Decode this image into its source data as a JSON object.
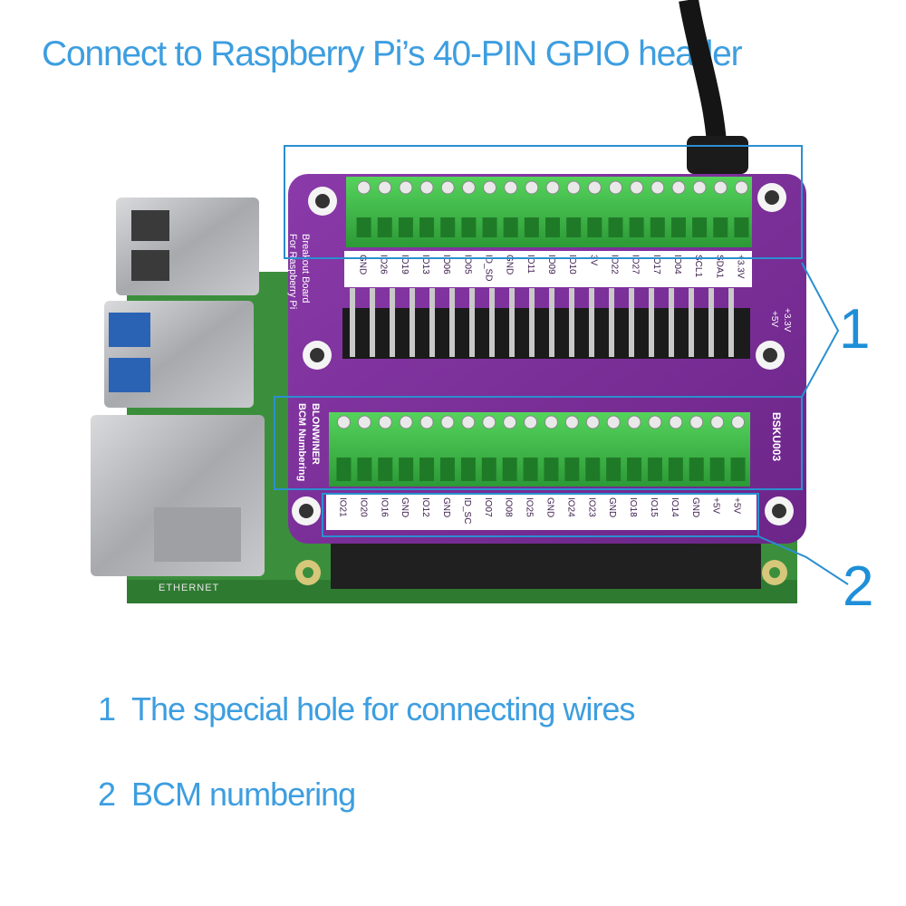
{
  "headline": "Connect to Raspberry Pi’s 40-PIN GPIO header",
  "board": {
    "title_line1": "Breakout Board",
    "title_line2": "For Raspberry Pi",
    "brand": "BLONWINER",
    "numbering": "BCM Numbering",
    "model": "BSKU003",
    "top_power_labels": [
      "+3.3V",
      "+5V"
    ],
    "top_row_labels": [
      "GND",
      "IO26",
      "IO19",
      "IO13",
      "IO06",
      "IO05",
      "ID_SD",
      "GND",
      "IO11",
      "IO09",
      "IO10",
      "3V",
      "IO22",
      "IO27",
      "IO17",
      "IO04",
      "SCL1",
      "SDA1",
      "+3.3V"
    ],
    "bottom_row_labels": [
      "IO21",
      "IO20",
      "IO16",
      "GND",
      "IO12",
      "GND",
      "ID_SC",
      "IO07",
      "IO08",
      "IO25",
      "GND",
      "IO24",
      "IO23",
      "GND",
      "IO18",
      "IO15",
      "IO14",
      "GND",
      "+5V",
      "+5V"
    ]
  },
  "eth_label": "ETHERNET",
  "callouts": {
    "one": "1",
    "two": "2"
  },
  "captions": [
    {
      "num": "1",
      "text": "The special hole for connecting wires"
    },
    {
      "num": "2",
      "text": "BCM numbering"
    }
  ],
  "colors": {
    "accent": "#3d9ee0",
    "callout_line": "#2a8fd0",
    "board_purple": "#7a2f9a",
    "terminal_green": "#3fbf4a",
    "pi_green": "#3f9f3f"
  }
}
